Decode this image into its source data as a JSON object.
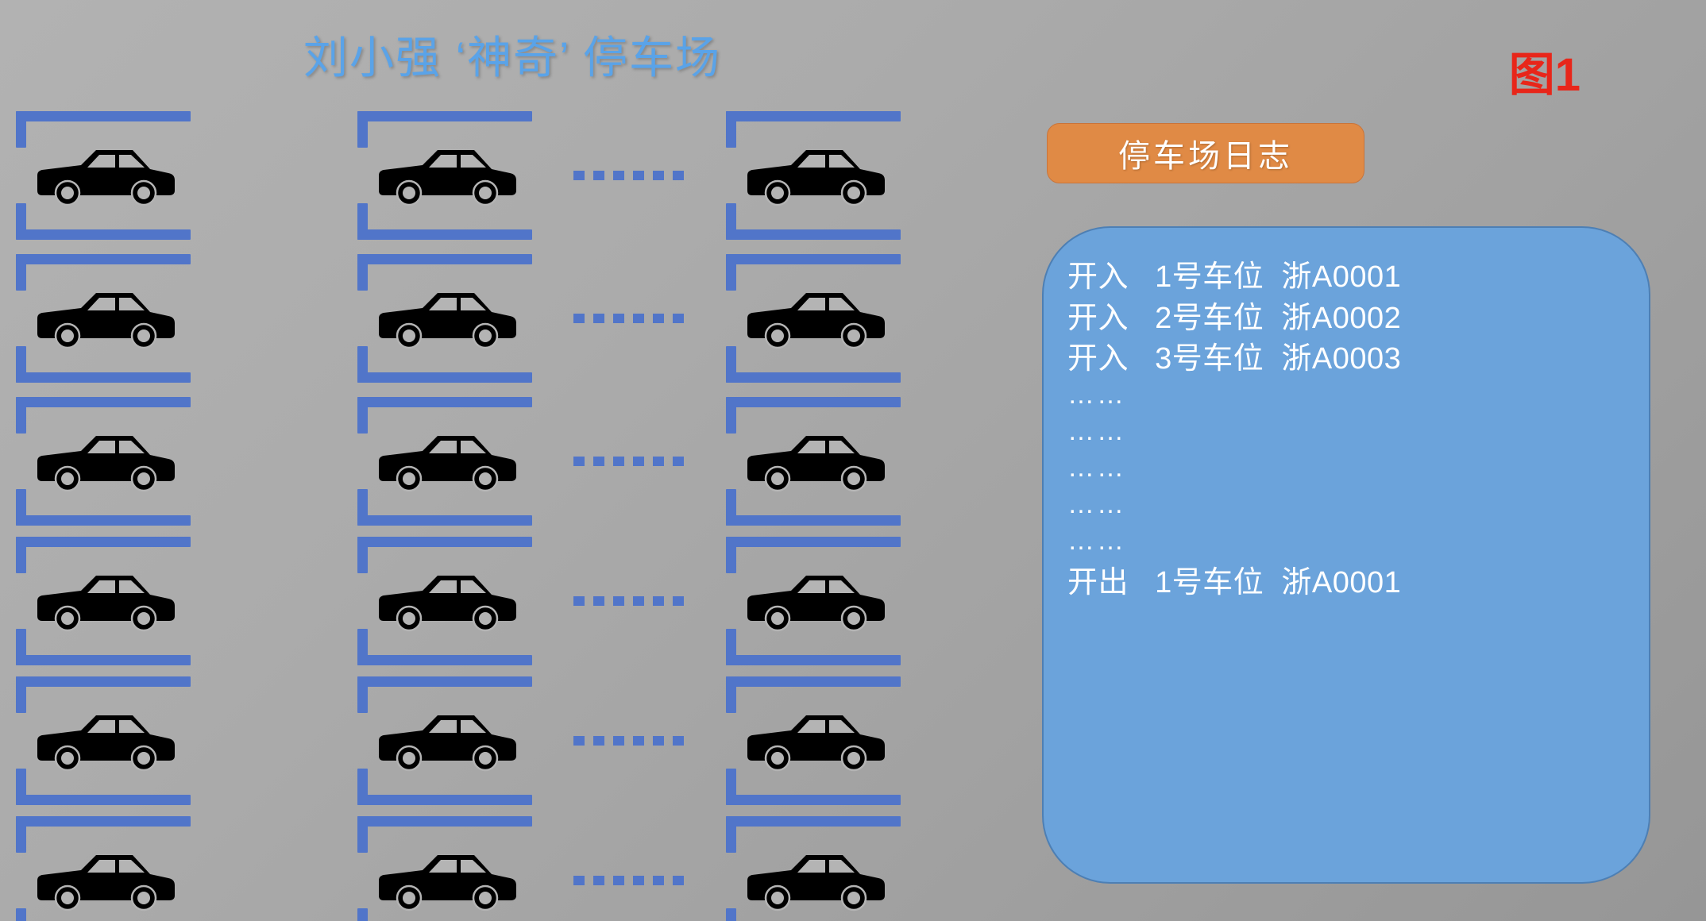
{
  "page": {
    "title": "刘小强 ‘神奇’ 停车场",
    "figure_label": "图1",
    "title_color": "#5aa3e8",
    "figure_label_color": "#e8261a",
    "background_color": "#a8a8a8"
  },
  "parking_lot": {
    "rows": 6,
    "columns": 3,
    "stall_line_color": "#5175c9",
    "car_color": "#000000",
    "car_icon": "car-side-icon",
    "ellipsis_between_columns": "……",
    "ellipsis_dot_count": 6,
    "stalls": [
      {
        "row": 1,
        "col": 1,
        "occupied": true
      },
      {
        "row": 1,
        "col": 2,
        "occupied": true
      },
      {
        "row": 1,
        "col": 3,
        "occupied": true
      },
      {
        "row": 2,
        "col": 1,
        "occupied": true
      },
      {
        "row": 2,
        "col": 2,
        "occupied": true
      },
      {
        "row": 2,
        "col": 3,
        "occupied": true
      },
      {
        "row": 3,
        "col": 1,
        "occupied": true
      },
      {
        "row": 3,
        "col": 2,
        "occupied": true
      },
      {
        "row": 3,
        "col": 3,
        "occupied": true
      },
      {
        "row": 4,
        "col": 1,
        "occupied": true
      },
      {
        "row": 4,
        "col": 2,
        "occupied": true
      },
      {
        "row": 4,
        "col": 3,
        "occupied": true
      },
      {
        "row": 5,
        "col": 1,
        "occupied": true
      },
      {
        "row": 5,
        "col": 2,
        "occupied": true
      },
      {
        "row": 5,
        "col": 3,
        "occupied": true
      },
      {
        "row": 6,
        "col": 1,
        "occupied": true
      },
      {
        "row": 6,
        "col": 2,
        "occupied": true
      },
      {
        "row": 6,
        "col": 3,
        "occupied": true
      }
    ]
  },
  "log": {
    "button_label": "停车场日志",
    "button_color": "#e08a45",
    "panel_color": "#6ba3db",
    "text_color": "#ffffff",
    "entries": [
      {
        "type": "entry",
        "text": "开入   1号车位  浙A0001"
      },
      {
        "type": "entry",
        "text": "开入   2号车位  浙A0002"
      },
      {
        "type": "entry",
        "text": "开入   3号车位  浙A0003"
      },
      {
        "type": "ellipsis",
        "text": "……"
      },
      {
        "type": "ellipsis",
        "text": "……"
      },
      {
        "type": "ellipsis",
        "text": "……"
      },
      {
        "type": "ellipsis",
        "text": "……"
      },
      {
        "type": "ellipsis",
        "text": "……"
      },
      {
        "type": "entry",
        "text": "开出   1号车位  浙A0001"
      }
    ]
  }
}
